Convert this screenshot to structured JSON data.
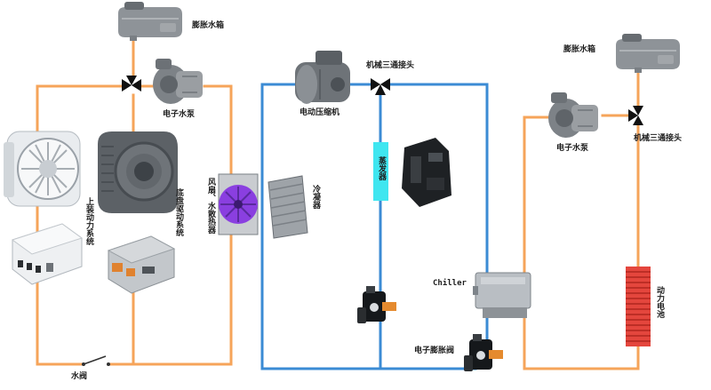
{
  "diagram": {
    "labels": {
      "expansion_tank_left": "膨胀水箱",
      "expansion_tank_right": "膨胀水箱",
      "pump_left": "电子水泵",
      "pump_right": "电子水泵",
      "three_way_center": "机械三通接头",
      "three_way_right": "机械三通接头",
      "compressor": "电动压缩机",
      "upper_power_system": "上装动力系统",
      "chassis_drive_system": "底盘驱动系统",
      "fan_radiator": "风扇、水散热器",
      "condenser": "冷凝器",
      "evaporator": "蒸发器",
      "chiller": "Chiller",
      "power_battery": "动力电池",
      "expansion_valve": "电子膨胀阀",
      "water_valve": "水阀"
    },
    "colors": {
      "coolant_pipe": "#f6a45a",
      "refrigerant_pipe": "#3b8bd4",
      "evaporator_box": "#3fe6f0",
      "battery": "#e4463d",
      "fan": "#8a3fe0"
    }
  }
}
